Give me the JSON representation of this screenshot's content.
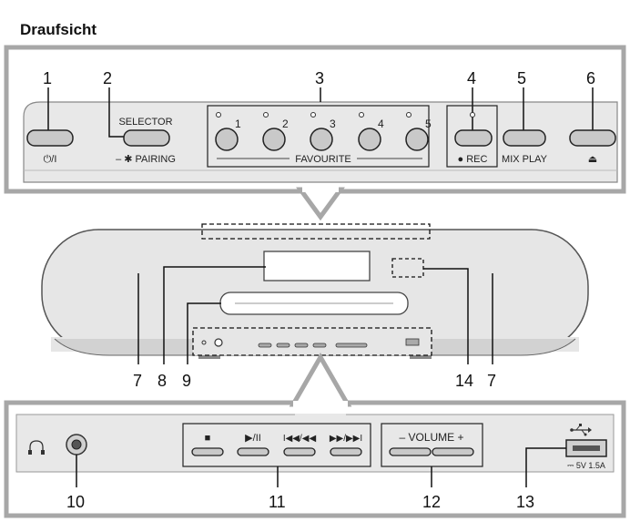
{
  "title": "Draufsicht",
  "top_panel": {
    "callouts": [
      "1",
      "2",
      "3",
      "4",
      "5",
      "6"
    ],
    "power_label": "⏻/I",
    "selector_label": "SELECTOR",
    "pairing_label": "– ✱ PAIRING",
    "favourite_numbers": [
      "1",
      "2",
      "3",
      "4",
      "5"
    ],
    "favourite_label": "FAVOURITE",
    "rec_label": "● REC",
    "mixplay_label": "MIX PLAY",
    "eject_label": "⏏"
  },
  "device": {
    "callouts": [
      "7",
      "8",
      "9",
      "14",
      "7"
    ]
  },
  "bottom_panel": {
    "headphone_icon": "headphone-icon",
    "stop_label": "■",
    "playpause_label": "▶/II",
    "prev_label": "I◀◀/◀◀",
    "next_label": "▶▶/▶▶I",
    "volume_label": "– VOLUME +",
    "usb_rating": "⎓ 5V 1.5A",
    "usb_icon": "usb-icon",
    "callouts": [
      "10",
      "11",
      "12",
      "13"
    ]
  },
  "colors": {
    "panel_fill": "#e8e8e8",
    "panel_border": "#a7a7a7",
    "button_fill": "#c9c9c9",
    "button_stroke": "#222222",
    "line": "#111111"
  }
}
